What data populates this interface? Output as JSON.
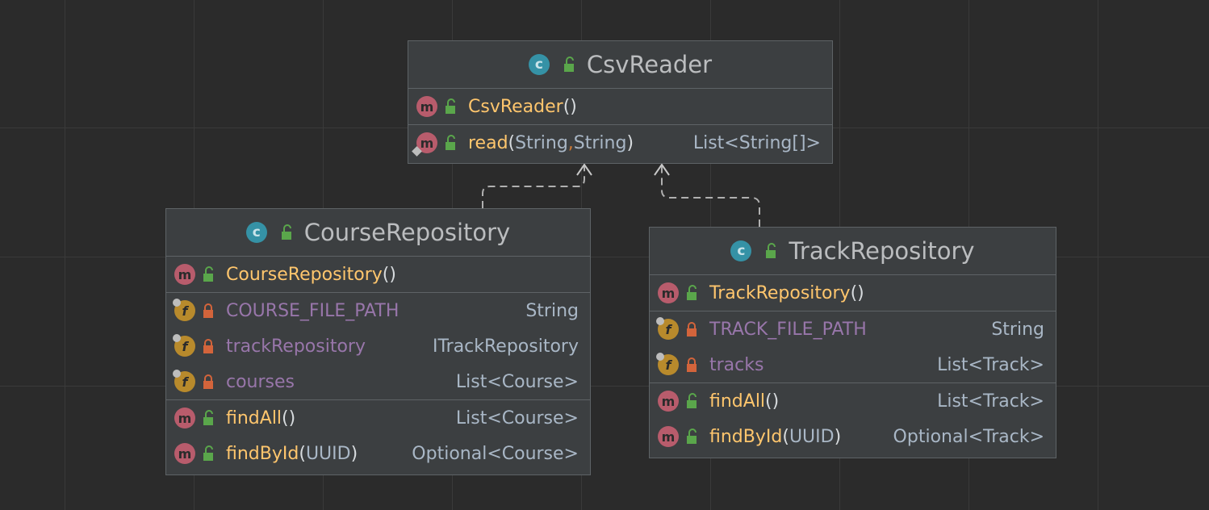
{
  "classes": {
    "csv_reader": {
      "name": "CsvReader",
      "kind_icon": "class-icon",
      "kind_glyph": "c",
      "members": [
        {
          "section": 0,
          "kind": "m",
          "name": "CsvReader",
          "params": [],
          "type": ""
        },
        {
          "section": 1,
          "kind": "m",
          "name": "read",
          "params": [
            "String",
            "String"
          ],
          "type": "List<String[]>"
        }
      ]
    },
    "course_repository": {
      "name": "CourseRepository",
      "kind_icon": "class-icon",
      "kind_glyph": "c",
      "members": [
        {
          "section": 0,
          "kind": "m",
          "name": "CourseRepository",
          "params": [],
          "type": ""
        },
        {
          "section": 1,
          "kind": "f",
          "name": "COURSE_FILE_PATH",
          "type": "String"
        },
        {
          "section": 1,
          "kind": "f",
          "name": "trackRepository",
          "type": "ITrackRepository"
        },
        {
          "section": 1,
          "kind": "f",
          "name": "courses",
          "type": "List<Course>"
        },
        {
          "section": 2,
          "kind": "m",
          "name": "findAll",
          "params": [],
          "type": "List<Course>"
        },
        {
          "section": 2,
          "kind": "m",
          "name": "findById",
          "params": [
            "UUID"
          ],
          "type": "Optional<Course>"
        }
      ]
    },
    "track_repository": {
      "name": "TrackRepository",
      "kind_icon": "class-icon",
      "kind_glyph": "c",
      "members": [
        {
          "section": 0,
          "kind": "m",
          "name": "TrackRepository",
          "params": [],
          "type": ""
        },
        {
          "section": 1,
          "kind": "f",
          "name": "TRACK_FILE_PATH",
          "type": "String"
        },
        {
          "section": 1,
          "kind": "f",
          "name": "tracks",
          "type": "List<Track>"
        },
        {
          "section": 2,
          "kind": "m",
          "name": "findAll",
          "params": [],
          "type": "List<Track>"
        },
        {
          "section": 2,
          "kind": "m",
          "name": "findById",
          "params": [
            "UUID"
          ],
          "type": "Optional<Track>"
        }
      ]
    }
  },
  "relations": [
    {
      "from": "CourseRepository",
      "to": "CsvReader",
      "style": "dashed",
      "arrow": "open"
    },
    {
      "from": "TrackRepository",
      "to": "CsvReader",
      "style": "dashed",
      "arrow": "open"
    }
  ],
  "colors": {
    "background": "#2b2b2b",
    "box": "#3c3f41",
    "border": "#5e6366",
    "method_name": "#ffc66d",
    "field_name": "#9876aa",
    "text": "#a9b7c6",
    "class_icon": "#3592a6",
    "method_icon": "#b85c6c",
    "field_icon": "#b88a2c",
    "public_lock": "#5aa64b",
    "private_lock": "#d3643b"
  }
}
